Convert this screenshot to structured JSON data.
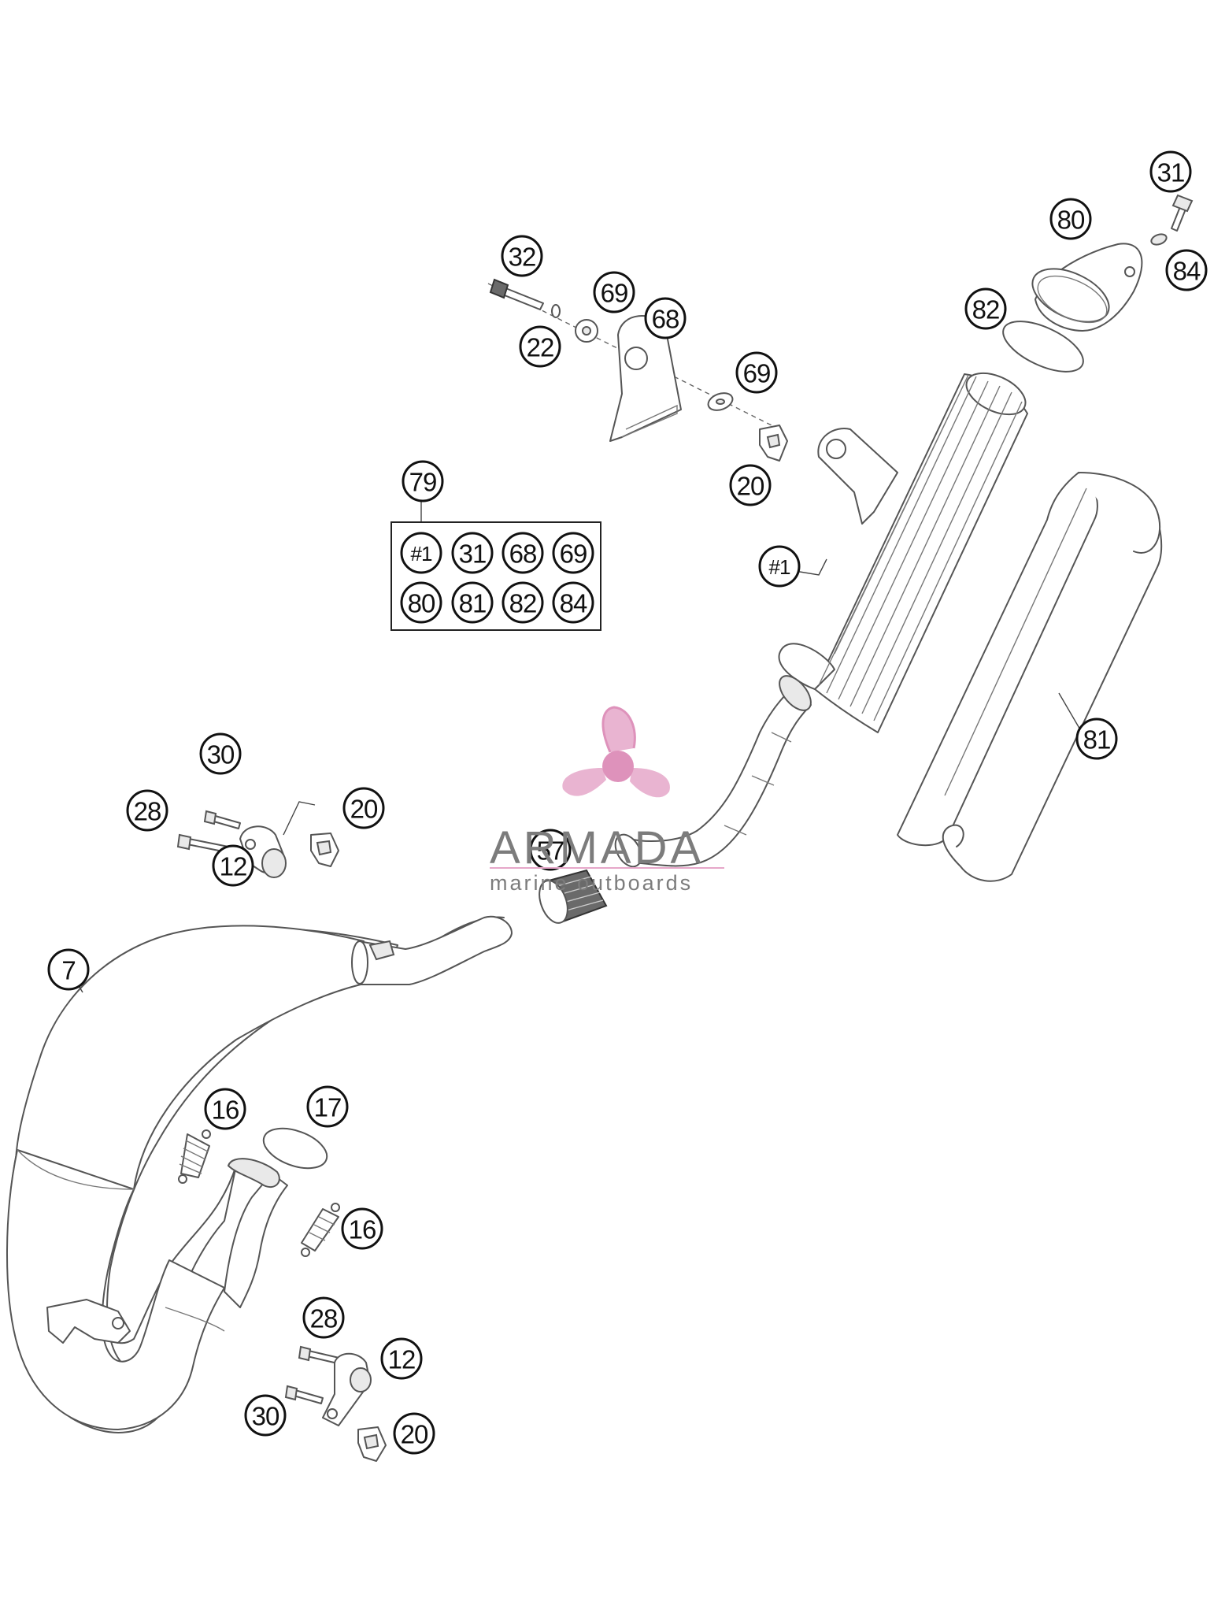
{
  "callouts": [
    {
      "id": "c-31-top",
      "label": "31"
    },
    {
      "id": "c-80-top",
      "label": "80"
    },
    {
      "id": "c-84-top",
      "label": "84"
    },
    {
      "id": "c-82-top",
      "label": "82"
    },
    {
      "id": "c-32",
      "label": "32"
    },
    {
      "id": "c-69-a",
      "label": "69"
    },
    {
      "id": "c-68",
      "label": "68"
    },
    {
      "id": "c-22",
      "label": "22"
    },
    {
      "id": "c-69-b",
      "label": "69"
    },
    {
      "id": "c-20-mount",
      "label": "20"
    },
    {
      "id": "c-79",
      "label": "79"
    },
    {
      "id": "c-silencer",
      "label": "#1"
    },
    {
      "id": "c-81",
      "label": "81"
    },
    {
      "id": "c-30-upper",
      "label": "30"
    },
    {
      "id": "c-28-upper",
      "label": "28"
    },
    {
      "id": "c-20-upper",
      "label": "20"
    },
    {
      "id": "c-12-upper",
      "label": "12"
    },
    {
      "id": "c-57",
      "label": "57"
    },
    {
      "id": "c-7",
      "label": "7"
    },
    {
      "id": "c-16-a",
      "label": "16"
    },
    {
      "id": "c-17",
      "label": "17"
    },
    {
      "id": "c-16-b",
      "label": "16"
    },
    {
      "id": "c-28-lower",
      "label": "28"
    },
    {
      "id": "c-12-lower",
      "label": "12"
    },
    {
      "id": "c-30-lower",
      "label": "30"
    },
    {
      "id": "c-20-lower",
      "label": "20"
    }
  ],
  "kit": {
    "items": [
      "#1",
      "31",
      "68",
      "69",
      "80",
      "81",
      "82",
      "84"
    ]
  },
  "watermark": {
    "name": "ARMADA",
    "tagline": "marine outboards",
    "color": "#e6a7c9"
  }
}
